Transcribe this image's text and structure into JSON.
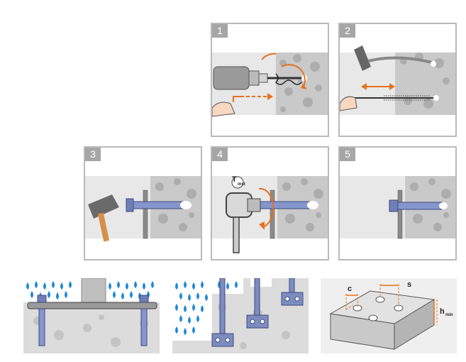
{
  "steps": [
    {
      "number": "1",
      "icon": "drilling-icon"
    },
    {
      "number": "2",
      "icon": "cleaning-hole-icon"
    },
    {
      "number": "3",
      "icon": "hammer-insert-icon"
    },
    {
      "number": "4",
      "icon": "torque-wrench-icon"
    },
    {
      "number": "5",
      "icon": "installed-anchor-icon"
    }
  ],
  "torque_label": {
    "main": "T",
    "sub": "inst"
  },
  "dimensions": {
    "edge": "c",
    "spacing": "s",
    "thickness_main": "h",
    "thickness_sub": "min"
  },
  "colors": {
    "accent_orange": "#e8711e",
    "anchor_blue": "#6e7fb6",
    "concrete": "#c6c6c6",
    "water_blue": "#1e88d8"
  }
}
